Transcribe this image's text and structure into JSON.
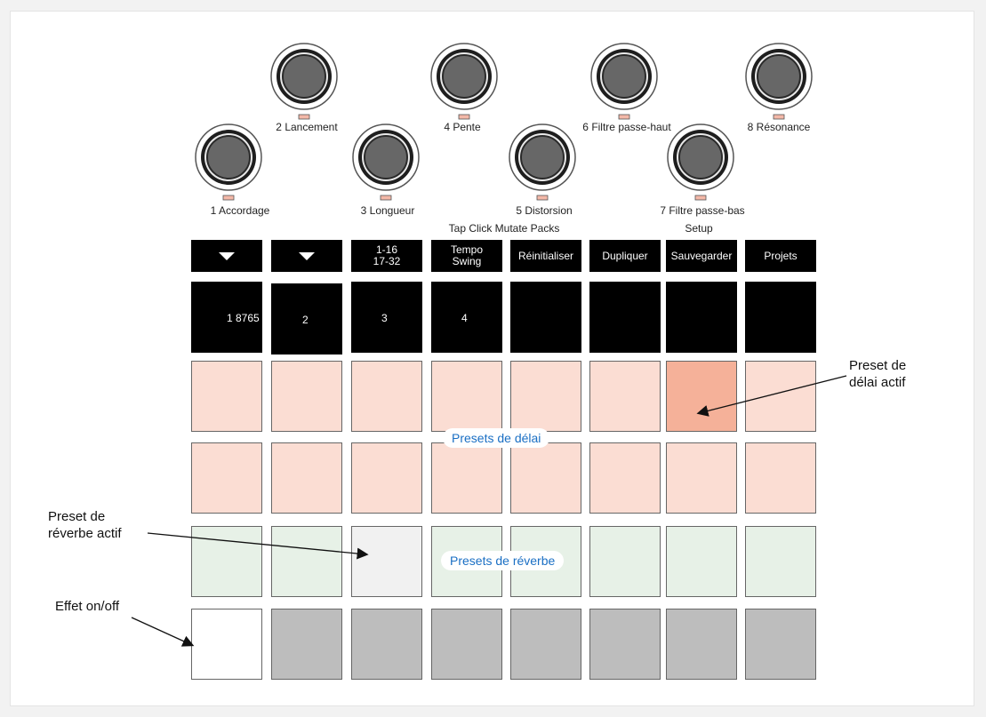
{
  "knobs": [
    {
      "label": "2 Lancement"
    },
    {
      "label": "4 Pente"
    },
    {
      "label": "6 Filtre passe-haut"
    },
    {
      "label": "8 Résonance"
    },
    {
      "label": "1 Accordage"
    },
    {
      "label": "3 Longueur"
    },
    {
      "label": "5 Distorsion"
    },
    {
      "label": "7 Filtre passe-bas"
    }
  ],
  "function_labels": {
    "tap_click": "Tap Click Mutate Packs",
    "setup": "Setup"
  },
  "top_buttons": {
    "pattern_1_16": "1-16",
    "pattern_17_32": "17-32",
    "tempo": "Tempo",
    "swing": "Swing",
    "reset": "Réinitialiser",
    "duplicate": "Dupliquer",
    "save": "Sauvegarder",
    "projects": "Projets"
  },
  "sequence_pads": [
    "1 8765",
    "2",
    "3",
    "4"
  ],
  "labels": {
    "delay_presets": "Presets de délai",
    "reverb_presets": "Presets de réverbe"
  },
  "annotations": {
    "delay_active_line1": "Preset de",
    "delay_active_line2": "délai actif",
    "reverb_active_line1": "Preset de",
    "reverb_active_line2": "réverbe actif",
    "effect_toggle": "Effet on/off"
  },
  "colors": {
    "delay_pad": "#fbddd3",
    "delay_active_pad": "#f5b199",
    "reverb_pad": "#e7f1e7",
    "reverb_active_pad": "#f1f1f1",
    "fx_off_pad": "#bdbdbd",
    "fx_on_pad": "#ffffff",
    "preset_label": "#1a6fc4"
  }
}
